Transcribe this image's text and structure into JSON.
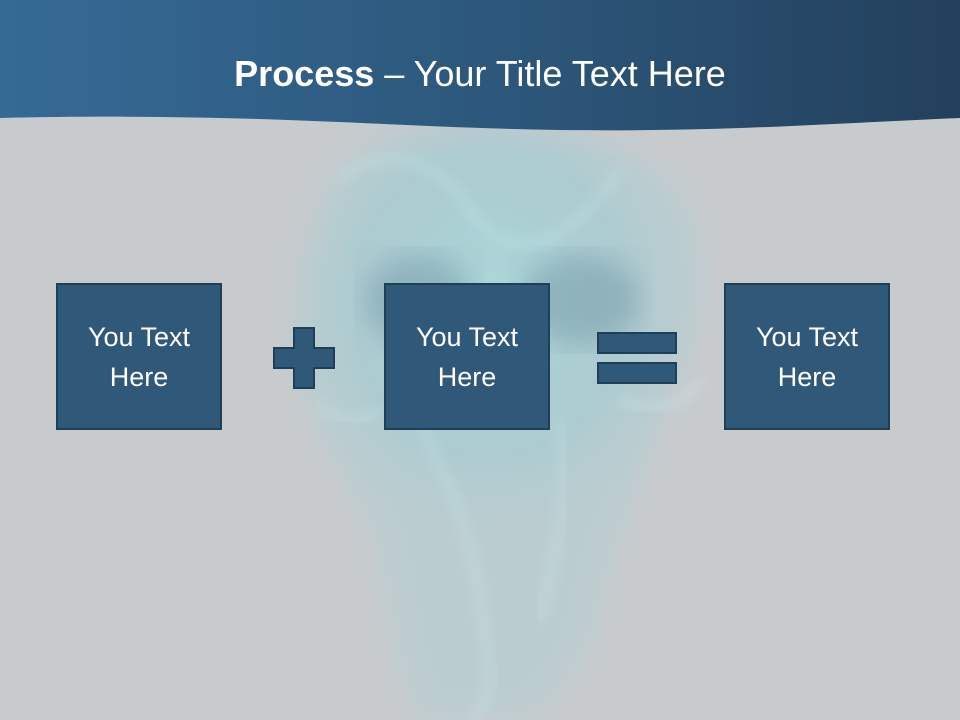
{
  "title": {
    "strong": "Process",
    "rest": " – Your Title Text Here"
  },
  "boxes": [
    {
      "text": "You Text Here"
    },
    {
      "text": "You Text Here"
    },
    {
      "text": "You Text Here"
    }
  ],
  "operators": {
    "plus": "plus-icon",
    "equals": "equals-icon"
  },
  "colors": {
    "background": "#c8cbce",
    "header": "#2e5a7e",
    "box_fill": "#2f5879",
    "box_border": "#1f3e57",
    "text": "#ffffff"
  }
}
